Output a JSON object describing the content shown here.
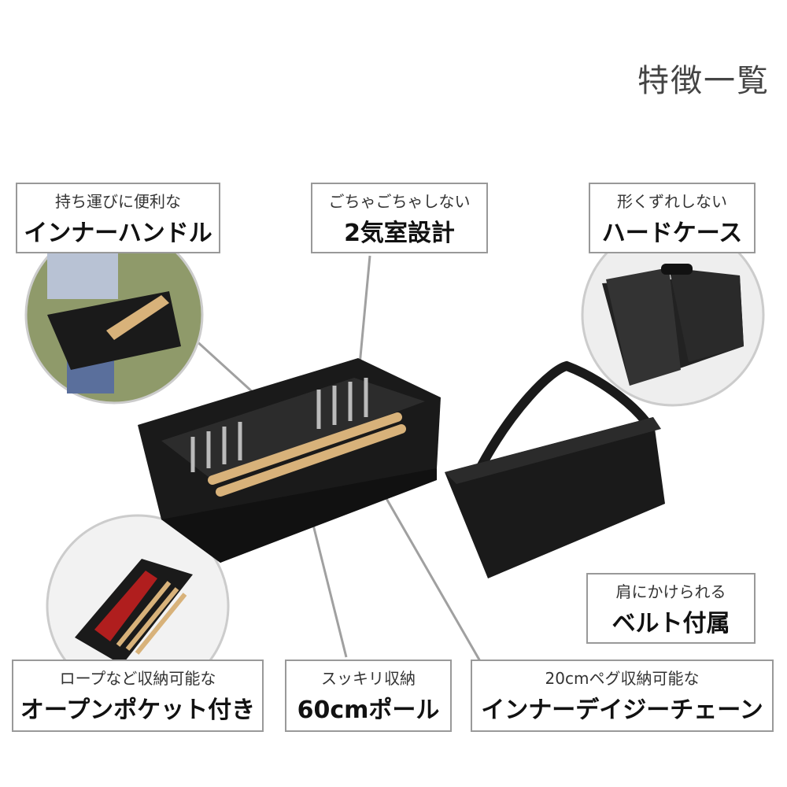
{
  "title": "特徴一覧",
  "features": {
    "handle": {
      "small": "持ち運びに便利な",
      "big": "インナーハンドル"
    },
    "rooms": {
      "small": "ごちゃごちゃしない",
      "big": "2気室設計"
    },
    "hard": {
      "small": "形くずれしない",
      "big": "ハードケース"
    },
    "belt": {
      "small": "肩にかけられる",
      "big": "ベルト付属"
    },
    "pocket": {
      "small": "ロープなど収納可能な",
      "big": "オープンポケット付き"
    },
    "pole": {
      "small": "スッキリ収納",
      "big": "60cmポール"
    },
    "daisy": {
      "small": "20cmペグ収納可能な",
      "big": "インナーデイジーチェーン"
    }
  },
  "colors": {
    "case": "#1a1a1a",
    "pole": "#d8b27a",
    "line": "#a0a0a0",
    "red": "#b01e1e"
  }
}
